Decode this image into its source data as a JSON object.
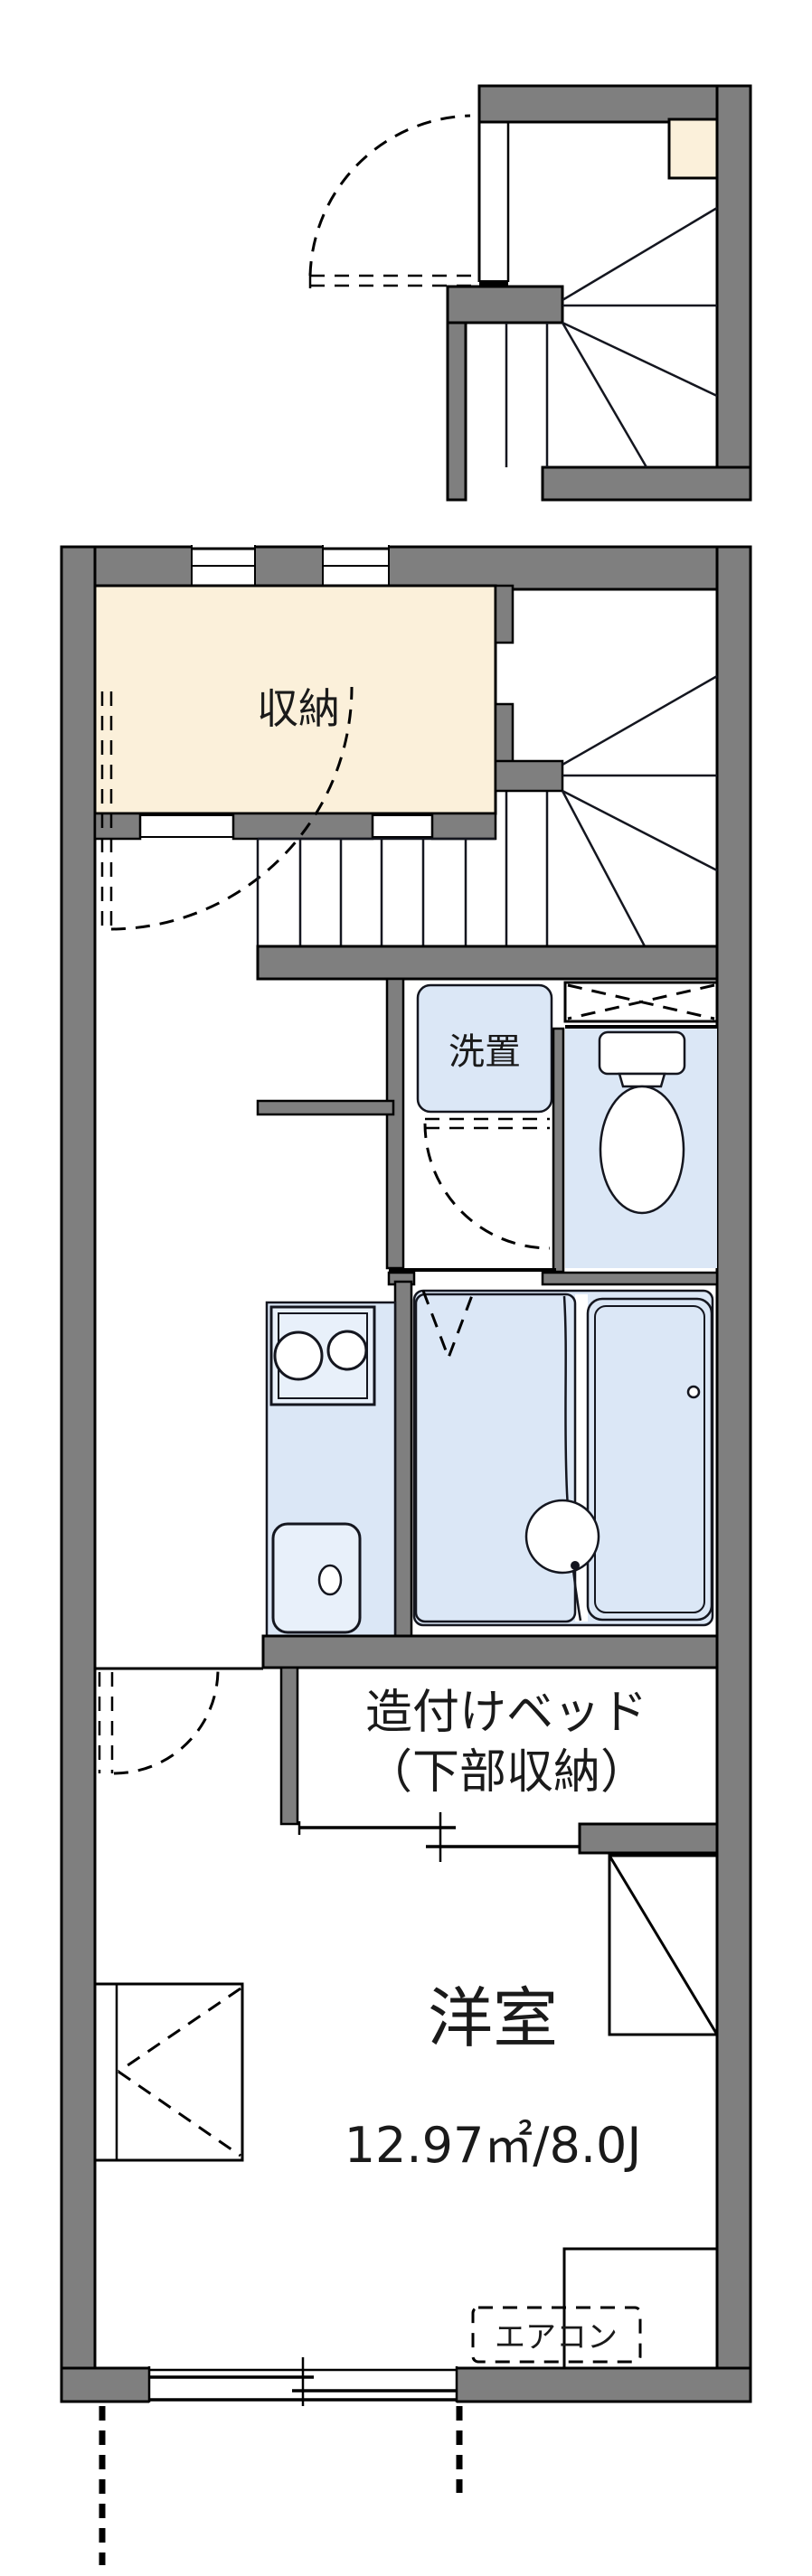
{
  "floorplan": {
    "type": "japanese-apartment-floor-plan",
    "rooms": {
      "storage": {
        "label": "収納"
      },
      "washer_place": {
        "label": "洗置"
      },
      "built_in_bed": {
        "label_line1": "造付けベッド",
        "label_line2": "（下部収納）"
      },
      "main_room": {
        "label": "洋室",
        "area": "12.97㎡/8.0J"
      },
      "aircon": {
        "label": "エアコン"
      }
    },
    "colors": {
      "wall_gray": "#7f7f7f",
      "outline_black": "#000000",
      "storage_cream": "#fbf0da",
      "fixture_blue": "#dbe7f6",
      "fixture_blue_light": "#e8f0fa",
      "background": "#ffffff"
    }
  }
}
